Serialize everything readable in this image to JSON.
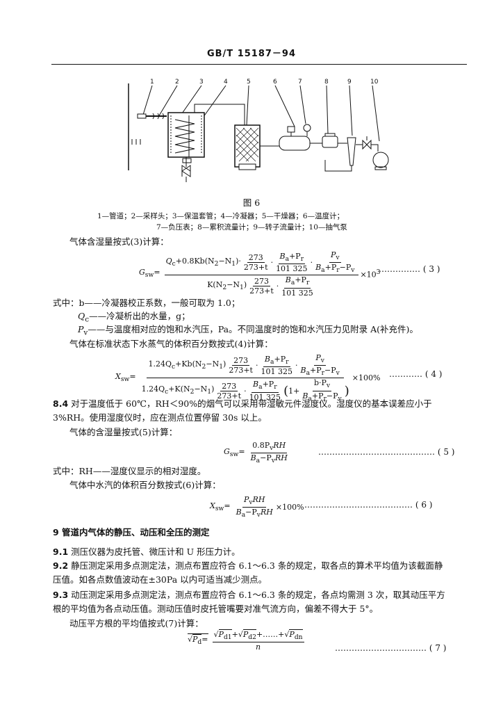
{
  "header": "GB/T 15187－94",
  "figure": {
    "numbers": [
      "1",
      "2",
      "3",
      "4",
      "5",
      "6",
      "7",
      "8",
      "9",
      "10"
    ],
    "title": "图 6",
    "caption1": "1—管道；2—采样头；3—保温套管；4—冷凝器；5—干燥器；6—温度计；",
    "caption2": "7—负压表；8—累积流量计；9—转子流量计；10—抽气泵"
  },
  "p_eq3_intro": "气体含湿量按式(3)计算：",
  "eq3": {
    "lhs": "G",
    "lhs_sub": "sw",
    "num_a": "Q",
    "num_a_sub": "c",
    "num_b": "+0.8Kb(N",
    "n2": "2",
    "num_c": "−N",
    "n1": "1",
    "num_d": ")·",
    "f273_n": "273",
    "f273_d": "273+t",
    "fb_n": "B",
    "fb_n_sub": "a",
    "fb_n_rest": "+P",
    "fb_n_sub2": "r",
    "fb_d": "101 325",
    "fp_n": "P",
    "fp_n_sub": "v",
    "fp_d": "B",
    "fp_d_sub": "a",
    "fp_d_rest": "+P",
    "fp_d_sub2": "r",
    "fp_d_rest2": "−P",
    "fp_d_sub3": "v",
    "den_a": "K(N",
    "den_b": "−N",
    "den_c": ")",
    "times": "×10",
    "exp": "3",
    "dots": "……………",
    "num": "( 3 )"
  },
  "where_b_prefix": "式中：",
  "where_b": "b——冷凝器校正系数，一般可取为 1.0；",
  "where_qc": "Q",
  "where_qc_sub": "c",
  "where_qc_text": "——冷凝析出的水量，g；",
  "where_pv": "P",
  "where_pv_sub": "v",
  "where_pv_text": "——与温度相对应的饱和水汽压，Pa。不同温度时的饱和水汽压力见附录 A(补充件)。",
  "p_eq4_intro": "气体在标准状态下水蒸气的体积百分数按式(4)计算：",
  "eq4": {
    "lhs": "X",
    "lhs_sub": "sw",
    "num_a": "1.24Q",
    "num_a_sub": "c",
    "num_b": "+Kb(N",
    "den_a": "1.24Q",
    "den_b": "+K(N",
    "bp_n": "b·P",
    "bp_d": "B",
    "one": "1+",
    "times": "×100%",
    "dots": "…………",
    "num": "( 4 )"
  },
  "p84_num": "8.4",
  "p84_line1": "对于温度低于 60℃，RH＜90%的烟气可以采用带湿敏元件湿度仪。湿度仪的基本误差应小于",
  "p84_line2": "3%RH。使用湿度仪时，应在测点位置停留 30s 以上。",
  "p_eq5_intro": "气体的含湿量按式(5)计算：",
  "eq5": {
    "lhs": "G",
    "lhs_sub": "sw",
    "num": "0.8P",
    "num_sub": "v",
    "num_rest": "RH",
    "den": "B",
    "den_sub": "a",
    "den_rest": "−P",
    "den_sub2": "v",
    "den_rest2": "RH",
    "dots": "……………………………………",
    "no": "( 5 )"
  },
  "where_rh": "式中：RH——湿度仪显示的相对湿度。",
  "p_eq6_intro": "气体中水汽的体积百分数按式(6)计算：",
  "eq6": {
    "lhs": "X",
    "lhs_sub": "sw",
    "num": "P",
    "num_sub": "v",
    "num_rest": "RH",
    "den": "B",
    "den_sub": "a",
    "den_rest": "−P",
    "den_sub2": "v",
    "den_rest2": "RH",
    "times": "×100%",
    "dots": "…………………………………",
    "no": "( 6 )"
  },
  "sec9_title": "9  管道内气体的静压、动压和全压的测定",
  "p91_num": "9.1",
  "p91": "测压仪器为皮托管、微压计和 U 形压力计。",
  "p92_num": "9.2",
  "p92_line1": "静压测定采用多点测定法，测点布置应符合 6.1～6.3 条的规定，取各点的算术平均值为该截面静",
  "p92_line2": "压值。如各点数值波动在±30Pa 以内可适当减少测点。",
  "p93_num": "9.3",
  "p93_line1": "动压测定采用多点测定法，测点布置应符合 6.1～6.3 条的规定，各点均需测 3 次，取其动压平方",
  "p93_line2": "根的平均值为各点动压值。测动压值时皮托管嘴要对准气流方向，偏差不得大于 5°。",
  "p_eq7_intro": "动压平方根的平均值按式(7)计算：",
  "eq7": {
    "lhs": "P",
    "lhs_sub": "d",
    "num_p": "P",
    "num_sub1": "d1",
    "num_sub2": "d2",
    "num_subn": "dn",
    "plus": "+",
    "mid": "+……+",
    "den": "n",
    "dots": "……………………………",
    "no": "( 7 )"
  }
}
